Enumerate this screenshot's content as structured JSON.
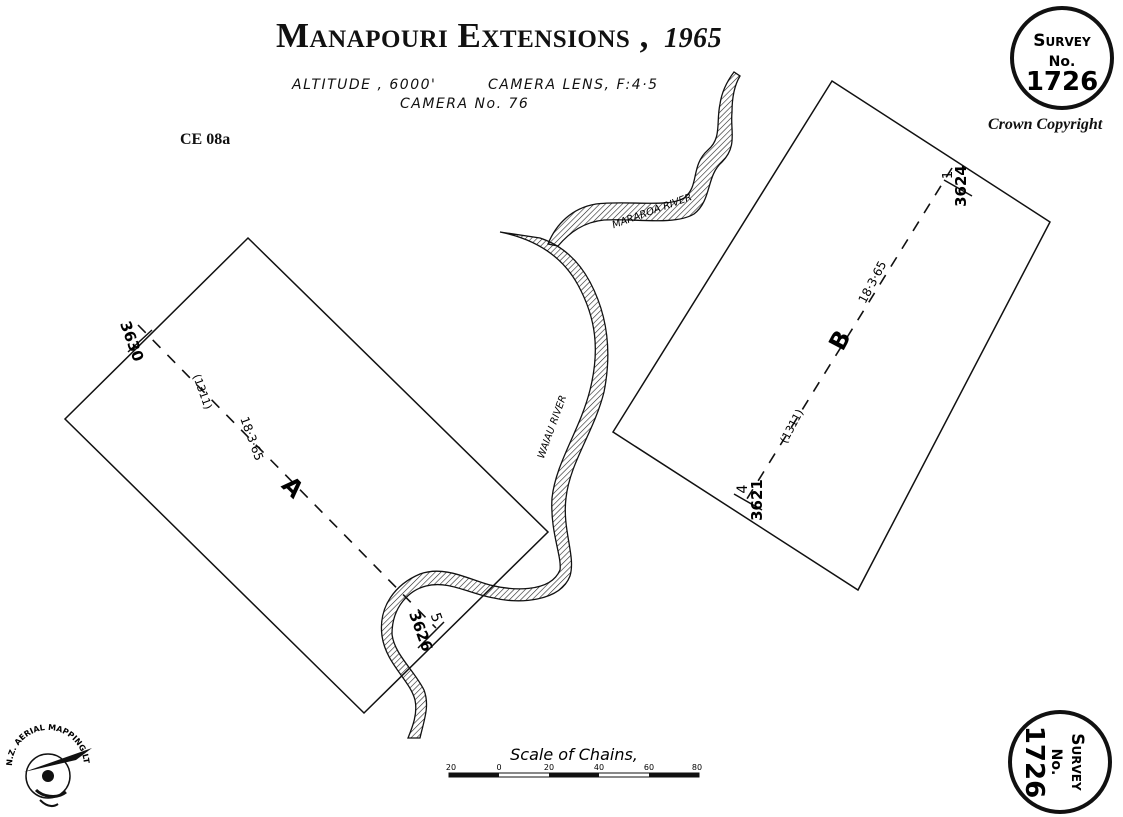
{
  "title": {
    "main": "Manapouri Extensions",
    "sep": ",",
    "year": "1965"
  },
  "flight": {
    "altitude": "ALTITUDE , 6000'",
    "lens": "CAMERA LENS, F:4·5",
    "camera": "CAMERA No. 76"
  },
  "sheet_ref": "CE 08a",
  "copyright": "Crown Copyright",
  "survey_stamp": {
    "word": "Survey",
    "no": "No.",
    "number": "1726"
  },
  "rivers": {
    "mararoa": "MARAROA RIVER",
    "waiau": "WAIAU RIVER"
  },
  "runs": {
    "a": {
      "letter": "A",
      "start_photo": "3630",
      "end_no": "5",
      "end_photo": "3626",
      "run_no": "(1311)",
      "date": "18·3·65"
    },
    "b": {
      "letter": "B",
      "start_no": "1",
      "start_photo": "3624",
      "end_no": "4",
      "end_photo": "3621",
      "run_no": "(1311)",
      "date": "18·3·65"
    }
  },
  "scale": {
    "title": "Scale of Chains,",
    "ticks": [
      "20",
      "0",
      "20",
      "40",
      "60",
      "80"
    ]
  },
  "logo": {
    "text": "N.Z. AERIAL MAPPING LTD."
  }
}
